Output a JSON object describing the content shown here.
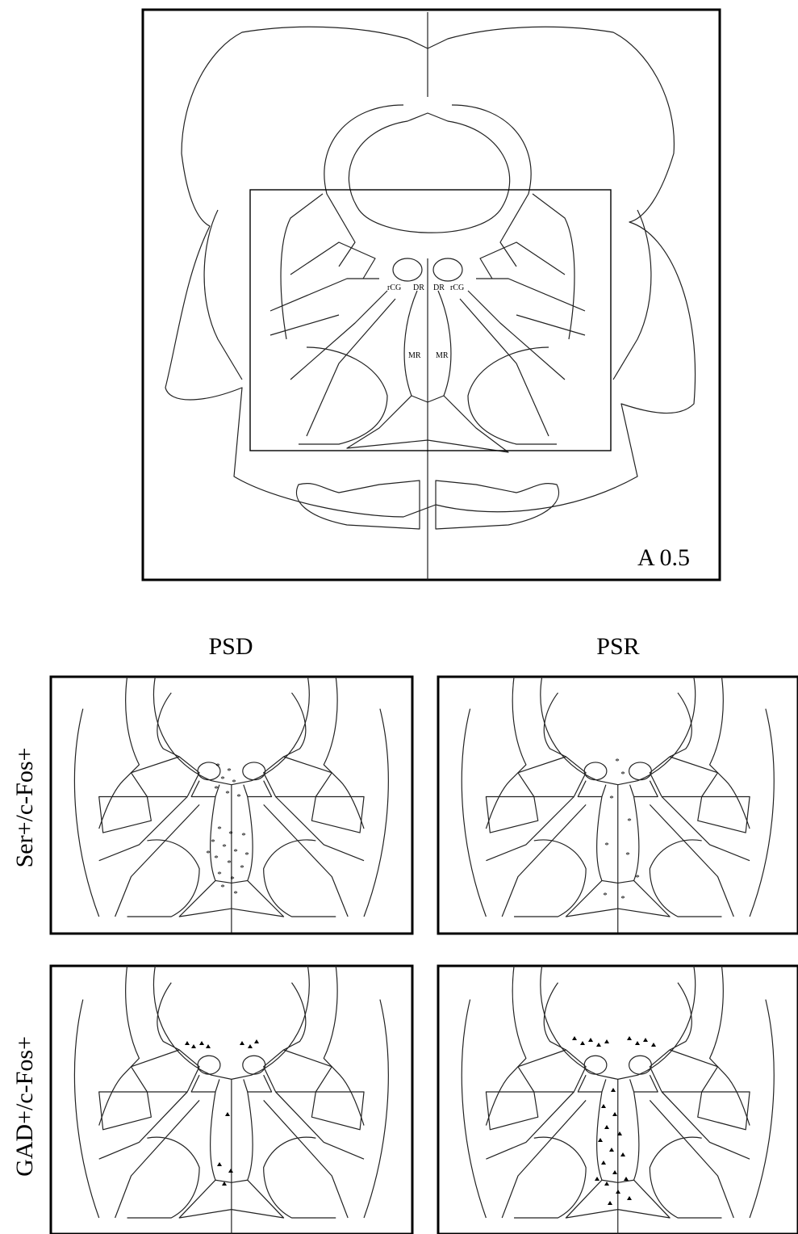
{
  "top_panel": {
    "section_label": "A 0.5",
    "region_labels": {
      "rcg_left": "rCG",
      "dr_left": "DR",
      "dr_right": "DR",
      "rcg_right": "rCG",
      "mr_left": "MR",
      "mr_right": "MR"
    }
  },
  "columns": [
    "PSD",
    "PSR"
  ],
  "rows": [
    "Ser+/c-Fos+",
    "GAD+/c-Fos+"
  ]
}
